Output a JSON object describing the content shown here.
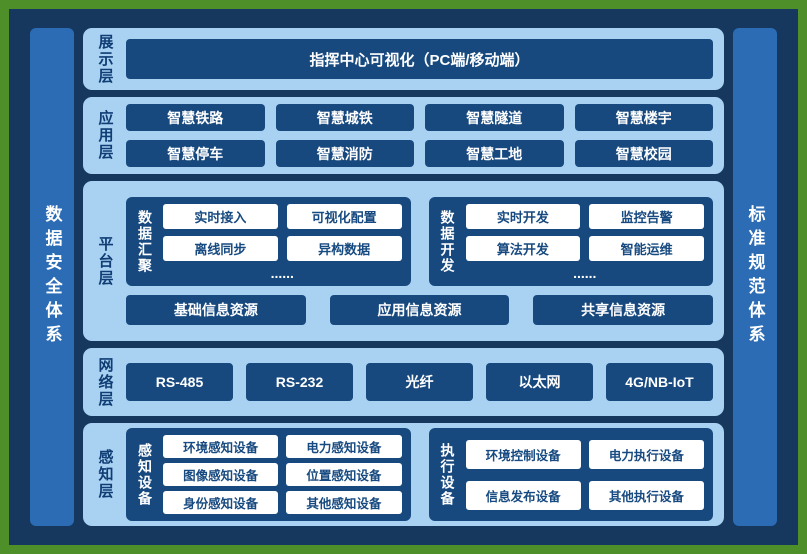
{
  "pillars": {
    "left": "数据安全体系",
    "right": "标准规范体系"
  },
  "layers": {
    "display": {
      "label": "展示层",
      "box": "指挥中心可视化（PC端/移动端）"
    },
    "application": {
      "label": "应用层",
      "items": [
        "智慧铁路",
        "智慧城铁",
        "智慧隧道",
        "智慧楼宇",
        "智慧停车",
        "智慧消防",
        "智慧工地",
        "智慧校园"
      ]
    },
    "platform": {
      "label": "平台层",
      "groups": [
        {
          "label": "数据汇聚",
          "items": [
            "实时接入",
            "可视化配置",
            "离线同步",
            "异构数据"
          ],
          "more": "......"
        },
        {
          "label": "数据开发",
          "items": [
            "实时开发",
            "监控告警",
            "算法开发",
            "智能运维"
          ],
          "more": "......"
        }
      ],
      "resources": [
        "基础信息资源",
        "应用信息资源",
        "共享信息资源"
      ]
    },
    "network": {
      "label": "网络层",
      "items": [
        "RS-485",
        "RS-232",
        "光纤",
        "以太网",
        "4G/NB-IoT"
      ]
    },
    "perception": {
      "label": "感知层",
      "groups": [
        {
          "label": "感知设备",
          "items": [
            "环境感知设备",
            "电力感知设备",
            "图像感知设备",
            "位置感知设备",
            "身份感知设备",
            "其他感知设备"
          ]
        },
        {
          "label": "执行设备",
          "items": [
            "环境控制设备",
            "电力执行设备",
            "信息发布设备",
            "其他执行设备"
          ]
        }
      ]
    }
  },
  "colors": {
    "frame_green": "#4e8f2a",
    "background_navy": "#16375e",
    "pillar_blue": "#2b6cb5",
    "panel_light_blue": "#a8d1f2",
    "box_dark_blue": "#17497f",
    "white_box_text": "#174a80"
  }
}
